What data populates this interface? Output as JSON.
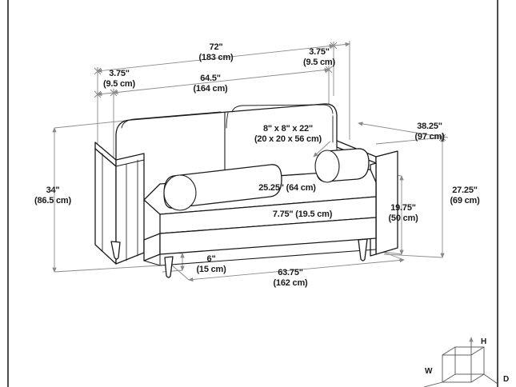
{
  "diagram": {
    "title": "Sofa dimension diagram",
    "subject": "loveseat-sofa",
    "line_color": "#8a8a8a",
    "outline_color": "#1a1a1a",
    "text_color": "#1a1a1a",
    "background": "#ffffff",
    "border_color": "#4a4a4a"
  },
  "dimensions": {
    "overall_width": {
      "imperial": "72\"",
      "metric": "(183 cm)"
    },
    "arm_width_right": {
      "imperial": "3.75\"",
      "metric": "(9.5 cm)"
    },
    "arm_width_left": {
      "imperial": "3.75\"",
      "metric": "(9.5 cm)"
    },
    "inside_width": {
      "imperial": "64.5\"",
      "metric": "(164 cm)"
    },
    "overall_height": {
      "imperial": "34\"",
      "metric": "(86.5 cm)"
    },
    "overall_depth": {
      "imperial": "38.25\"",
      "metric": "(97 cm)"
    },
    "seat_back_height": {
      "imperial": "27.25\"",
      "metric": "(69 cm)"
    },
    "arm_height": {
      "imperial": "19.75\"",
      "metric": "(50 cm)"
    },
    "seat_depth": {
      "imperial": "25.25\" (64 cm)"
    },
    "cushion_thickness": {
      "imperial": "7.75\" (19.5 cm)"
    },
    "leg_height": {
      "imperial": "6\"",
      "metric": "(15 cm)"
    },
    "base_width": {
      "imperial": "63.75\"",
      "metric": "(162 cm)"
    },
    "bolster_pillow": {
      "imperial": "8\" x 8\" x 22\"",
      "metric": "(20 x 20 x 56 cm)"
    }
  },
  "legend": {
    "height_axis": "H",
    "width_axis": "W",
    "depth_axis": "D"
  }
}
